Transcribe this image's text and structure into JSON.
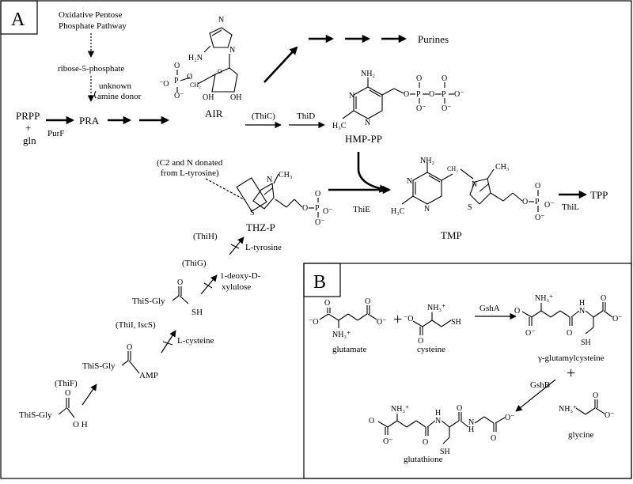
{
  "panel_a": {
    "letter": "A",
    "ppp_line1": "Oxidative Pentose",
    "ppp_line2": "Phosphate Pathway",
    "r5p": "ribose-5-phosphate",
    "unknown1": "unknown",
    "unknown2": "amine donor",
    "prpp": "PRPP",
    "plus": "+",
    "gln": "gln",
    "purf": "PurF",
    "pra": "PRA",
    "air": "AIR",
    "purines": "Purines",
    "thic": "(ThiC)",
    "thid": "ThiD",
    "hmppp": "HMP-PP",
    "c2n_1": "(C2 and N donated",
    "c2n_2": "from L-tyrosine)",
    "thzp": "THZ-P",
    "thie": "ThiE",
    "tmp": "TMP",
    "thil": "ThiL",
    "tpp": "TPP",
    "thih": "(ThiH)",
    "ltyr": "L-tyrosine",
    "thig": "(ThiG)",
    "dxp1": "1-deoxy-D-",
    "dxp2": "xylulose",
    "thisgly": "ThiS-Gly",
    "sh": "SH",
    "thii": "(ThiI, IscS)",
    "lcys": "L-cysteine",
    "amp": "AMP",
    "thif": "(ThiF)",
    "oh": "O H"
  },
  "panel_b": {
    "letter": "B",
    "glutamate": "glutamate",
    "cysteine": "cysteine",
    "gsha": "GshA",
    "gglucys": "γ-glutamylcysteine",
    "plus1": "+",
    "plus2": "+",
    "gshb": "GshB",
    "glycine": "glycine",
    "glutathione": "glutathione"
  },
  "atoms": {
    "o": "O",
    "o_minus": "O⁻",
    "minus_o": "⁻O",
    "p": "P",
    "n": "N",
    "s": "S",
    "oh": "OH",
    "h2n": "H₂N",
    "nh2": "NH₂",
    "nh3": "NH₃⁺",
    "h3c": "H₃C",
    "ch3": "CH₃",
    "sh": "SH",
    "ch2": "CH₂",
    "h": "H",
    "o_ring": "O",
    "c": "C"
  }
}
